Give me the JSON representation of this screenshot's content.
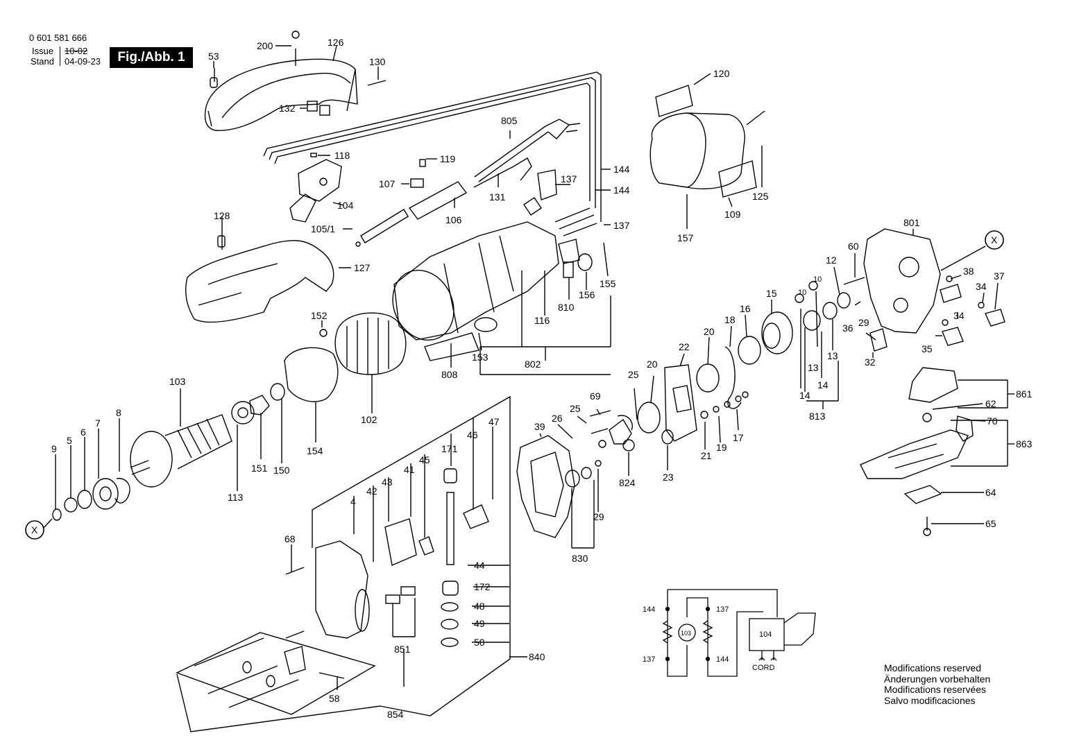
{
  "header": {
    "part_number": "0 601 581 666",
    "issue_label": "Issue",
    "issue_value": "10-02",
    "stand_label": "Stand",
    "stand_value": "04-09-23",
    "figure_label": "Fig./Abb. 1"
  },
  "notices": [
    "Modifications reserved",
    "Änderungen vorbehalten",
    "Modifications reservées",
    "Salvo modificaciones"
  ],
  "part_labels": {
    "p200": "200",
    "p126": "126",
    "p53": "53",
    "p130": "130",
    "p132": "132",
    "p118": "118",
    "p104": "104",
    "p119": "119",
    "p107": "107",
    "p805": "805",
    "p131": "131",
    "p106": "106",
    "p105_1": "105/1",
    "p137a": "137",
    "p144a": "144",
    "p144b": "144",
    "p137b": "137",
    "p120": "120",
    "p125": "125",
    "p109": "109",
    "p157": "157",
    "p128": "128",
    "p127": "127",
    "p152": "152",
    "p153": "153",
    "p808": "808",
    "p802": "802",
    "p116": "116",
    "p810": "810",
    "p156": "156",
    "p155": "155",
    "p102": "102",
    "p154": "154",
    "p103": "103",
    "p113": "113",
    "p151": "151",
    "p150": "150",
    "p9": "9",
    "p5": "5",
    "p6": "6",
    "p7": "7",
    "p8": "8",
    "p801": "801",
    "p60": "60",
    "p12": "12",
    "p38": "38",
    "p34a": "34",
    "p37": "37",
    "p15": "15",
    "p16": "16",
    "p18": "18",
    "p22": "22",
    "p20a": "20",
    "p20b": "20",
    "p25a": "25",
    "p25b": "25",
    "p69": "69",
    "p26": "26",
    "p39": "39",
    "p21": "21",
    "p19": "19",
    "p17": "17",
    "p23": "23",
    "p824": "824",
    "p29a": "29",
    "p29b": "29",
    "p830": "830",
    "p13a": "13",
    "p13b": "13",
    "p14a": "14",
    "p14b": "14",
    "p813": "813",
    "p10a": "10",
    "p10b": "10",
    "p36": "36",
    "p35": "35",
    "p34b": "34",
    "p32": "32",
    "p861": "861",
    "p62": "62",
    "p70": "70",
    "p863": "863",
    "p64": "64",
    "p65": "65",
    "p47": "47",
    "p46": "46",
    "p171": "171",
    "p45": "45",
    "p41": "41",
    "p43": "43",
    "p42": "42",
    "p4": "4",
    "p68": "68",
    "p44": "44",
    "p172": "172",
    "p48": "48",
    "p49": "49",
    "p50": "50",
    "p840": "840",
    "p851": "851",
    "p58": "58",
    "p854": "854",
    "px_left": "X",
    "px_right": "X"
  },
  "schematic": {
    "labels": {
      "s144_top": "144",
      "s137_top": "137",
      "s137_bot": "137",
      "s144_bot": "144",
      "motor": "103",
      "switch": "104",
      "cord": "CORD"
    }
  }
}
